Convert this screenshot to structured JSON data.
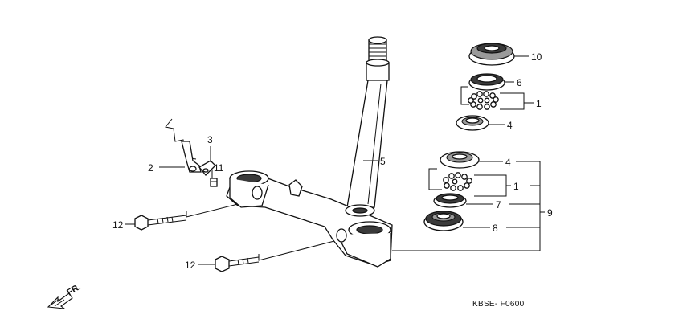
{
  "callouts": {
    "c1a": "1",
    "c1b": "1",
    "c2": "2",
    "c3": "3",
    "c4a": "4",
    "c4b": "4",
    "c5": "5",
    "c6": "6",
    "c7": "7",
    "c8": "8",
    "c9": "9",
    "c10": "10",
    "c11": "11",
    "c12a": "12",
    "c12b": "12"
  },
  "direction_label": "FR.",
  "diagram_code": "KBSE- F0600"
}
